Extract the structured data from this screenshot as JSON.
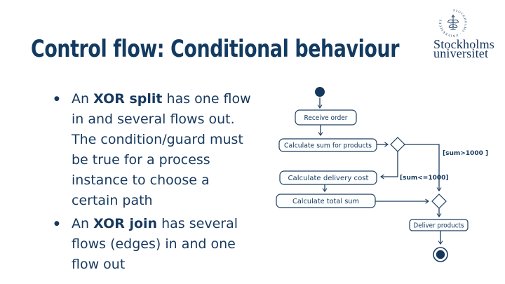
{
  "slide": {
    "title": "Control flow: Conditional behaviour"
  },
  "logo": {
    "name_line1": "Stockholms",
    "name_line2": "universitet",
    "seal_text": "STOCKHOLMS · UNIVERSITET ·"
  },
  "bullets": [
    {
      "pre": "An ",
      "bold": "XOR split",
      "rest": " has one flow in and several flows out. The condition/guard must be true for a process instance to choose a certain path"
    },
    {
      "pre": "An ",
      "bold": "XOR join",
      "rest": " has several flows (edges) in and one flow out"
    }
  ],
  "diagram": {
    "nodes": {
      "receive_order": "Receive order",
      "calc_sum": "Calculate sum for products",
      "calc_delivery": "Calculate delivery cost",
      "calc_total": "Calculate total sum",
      "deliver": "Deliver products"
    },
    "guards": {
      "sum_gt": "[sum>1000 ]",
      "sum_lte": "[sum<=1000]"
    }
  },
  "colors": {
    "navy_text": "#17395e",
    "diagram_stroke": "#1f3e60",
    "title_navy": "#133a61"
  }
}
